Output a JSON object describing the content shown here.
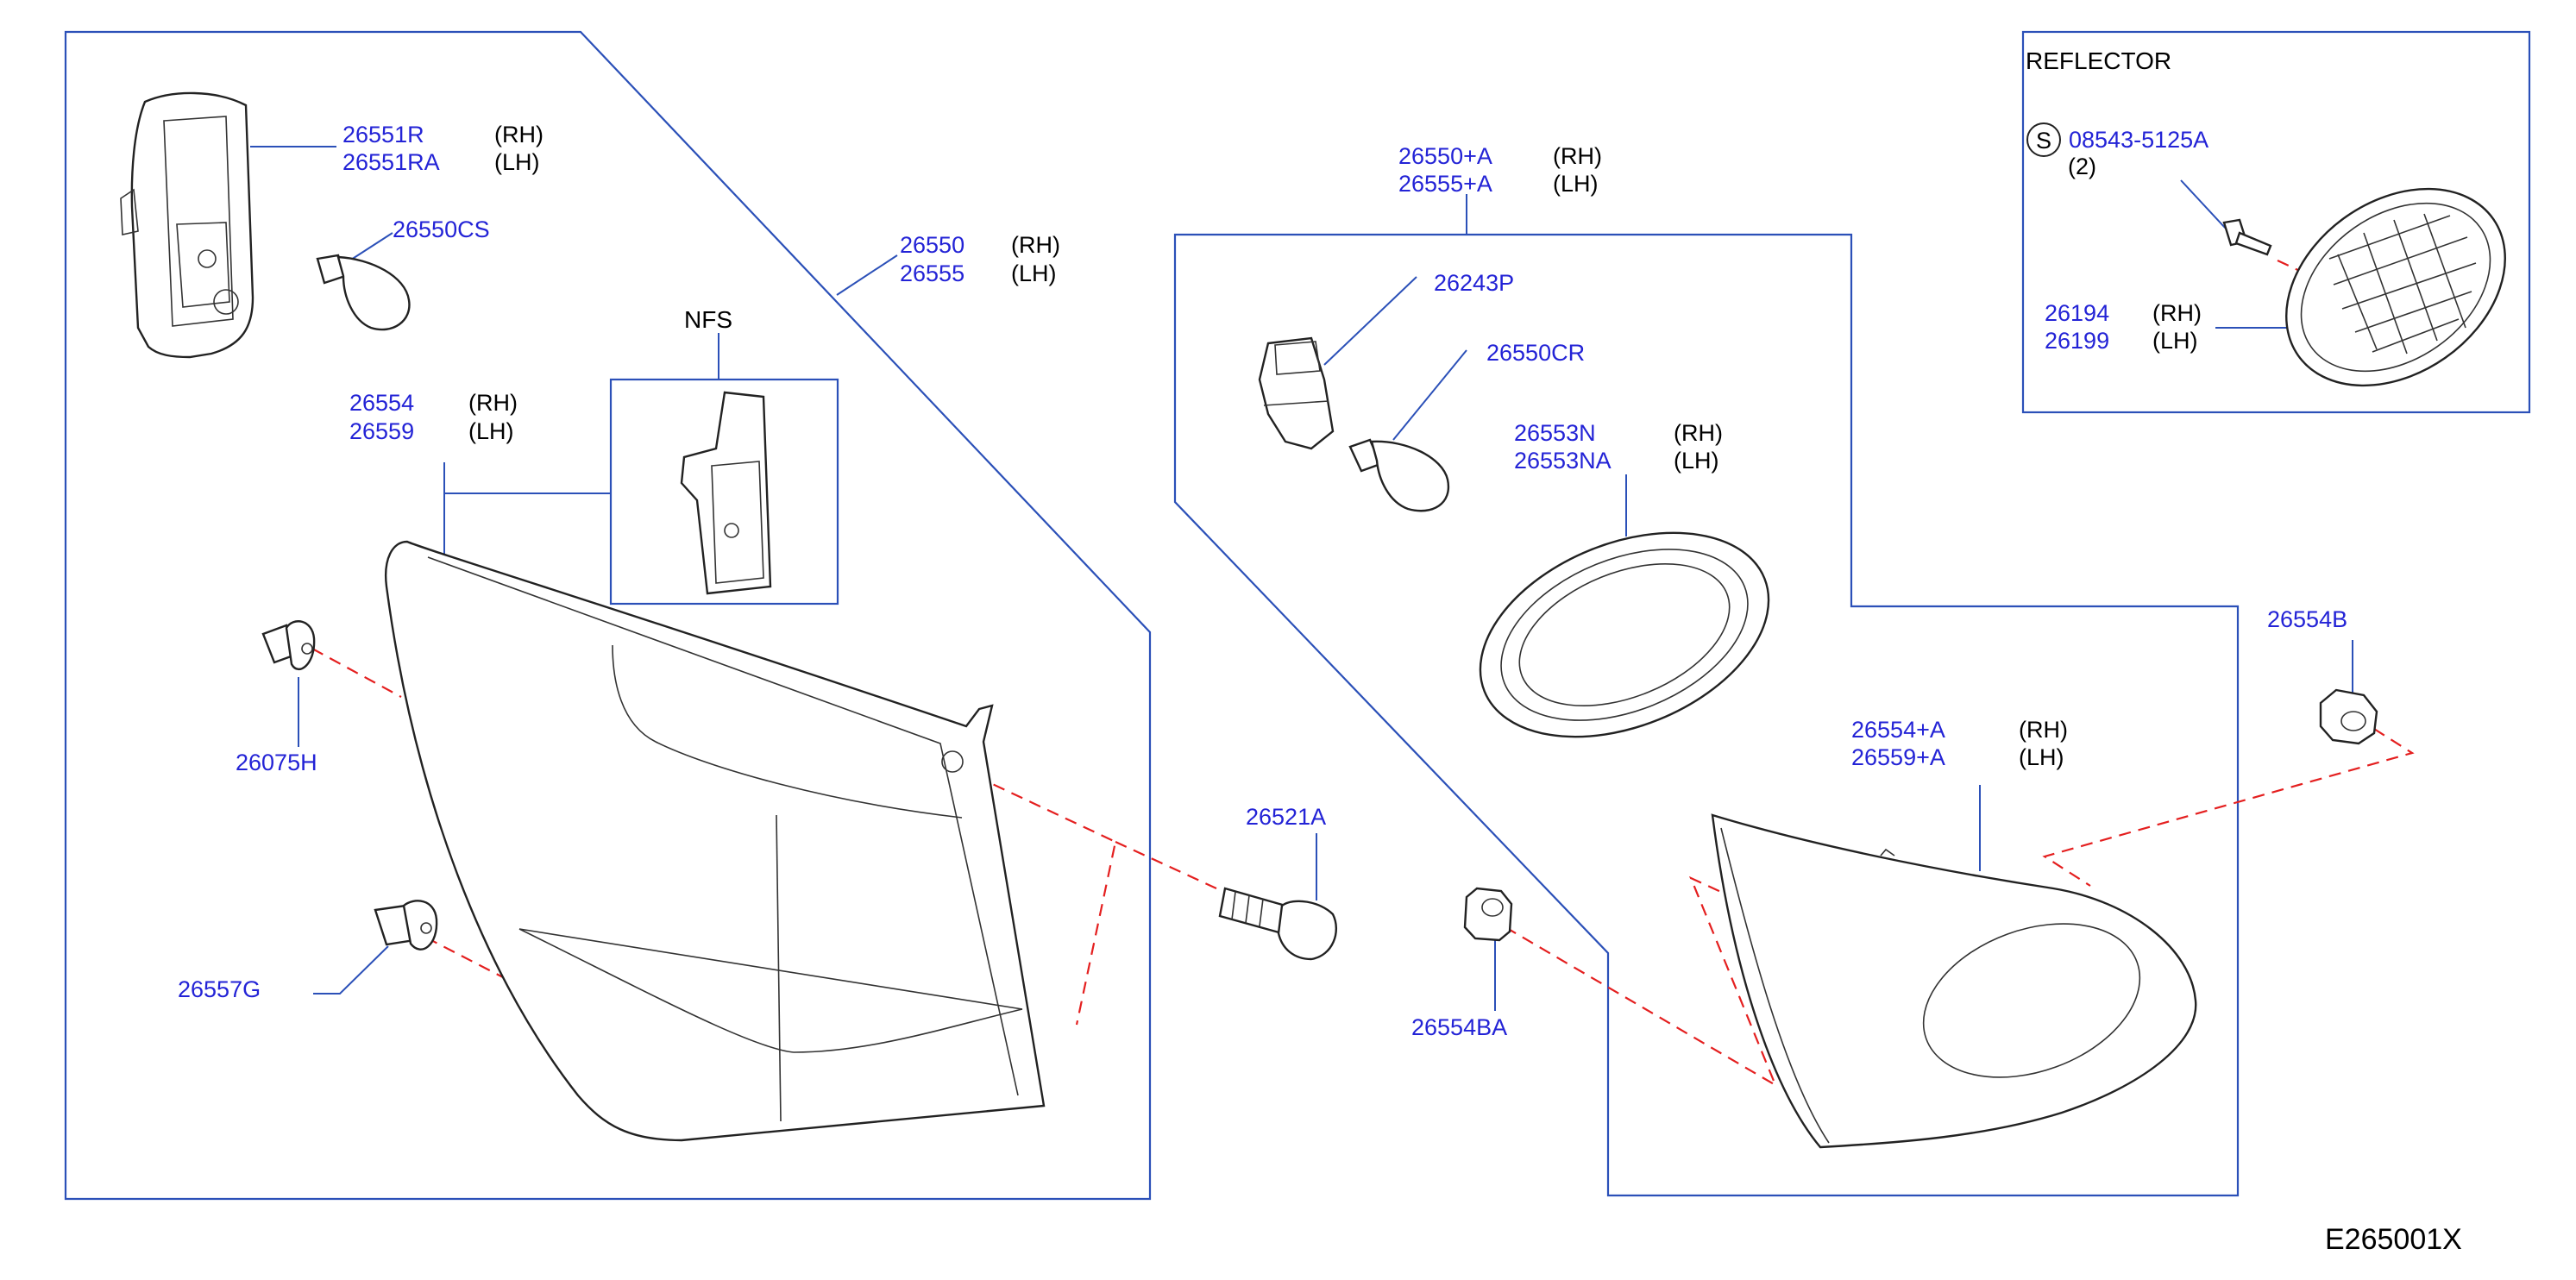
{
  "diagram_code": "E265001X",
  "reflector": {
    "title": "REFLECTOR",
    "screw_symbol": "S",
    "screw_part": "08543-5125A",
    "screw_qty": "(2)",
    "parts": [
      "26194",
      "26199"
    ],
    "sides": [
      "(RH)",
      "(LH)"
    ]
  },
  "nfs_label": "NFS",
  "parts": {
    "p26551": {
      "numbers": [
        "26551R",
        "26551RA"
      ],
      "sides": [
        "(RH)",
        "(LH)"
      ]
    },
    "p26550cs": {
      "numbers": [
        "26550CS"
      ]
    },
    "p26550": {
      "numbers": [
        "26550",
        "26555"
      ],
      "sides": [
        "(RH)",
        "(LH)"
      ]
    },
    "p26554": {
      "numbers": [
        "26554",
        "26559"
      ],
      "sides": [
        "(RH)",
        "(LH)"
      ]
    },
    "p26075h": {
      "numbers": [
        "26075H"
      ]
    },
    "p26557g": {
      "numbers": [
        "26557G"
      ]
    },
    "p26521a": {
      "numbers": [
        "26521A"
      ]
    },
    "p26554ba": {
      "numbers": [
        "26554BA"
      ]
    },
    "p26550a": {
      "numbers": [
        "26550+A",
        "26555+A"
      ],
      "sides": [
        "(RH)",
        "(LH)"
      ]
    },
    "p26243p": {
      "numbers": [
        "26243P"
      ]
    },
    "p26550cr": {
      "numbers": [
        "26550CR"
      ]
    },
    "p26553n": {
      "numbers": [
        "26553N",
        "26553NA"
      ],
      "sides": [
        "(RH)",
        "(LH)"
      ]
    },
    "p26554a": {
      "numbers": [
        "26554+A",
        "26559+A"
      ],
      "sides": [
        "(RH)",
        "(LH)"
      ]
    },
    "p26554b": {
      "numbers": [
        "26554B"
      ]
    }
  }
}
